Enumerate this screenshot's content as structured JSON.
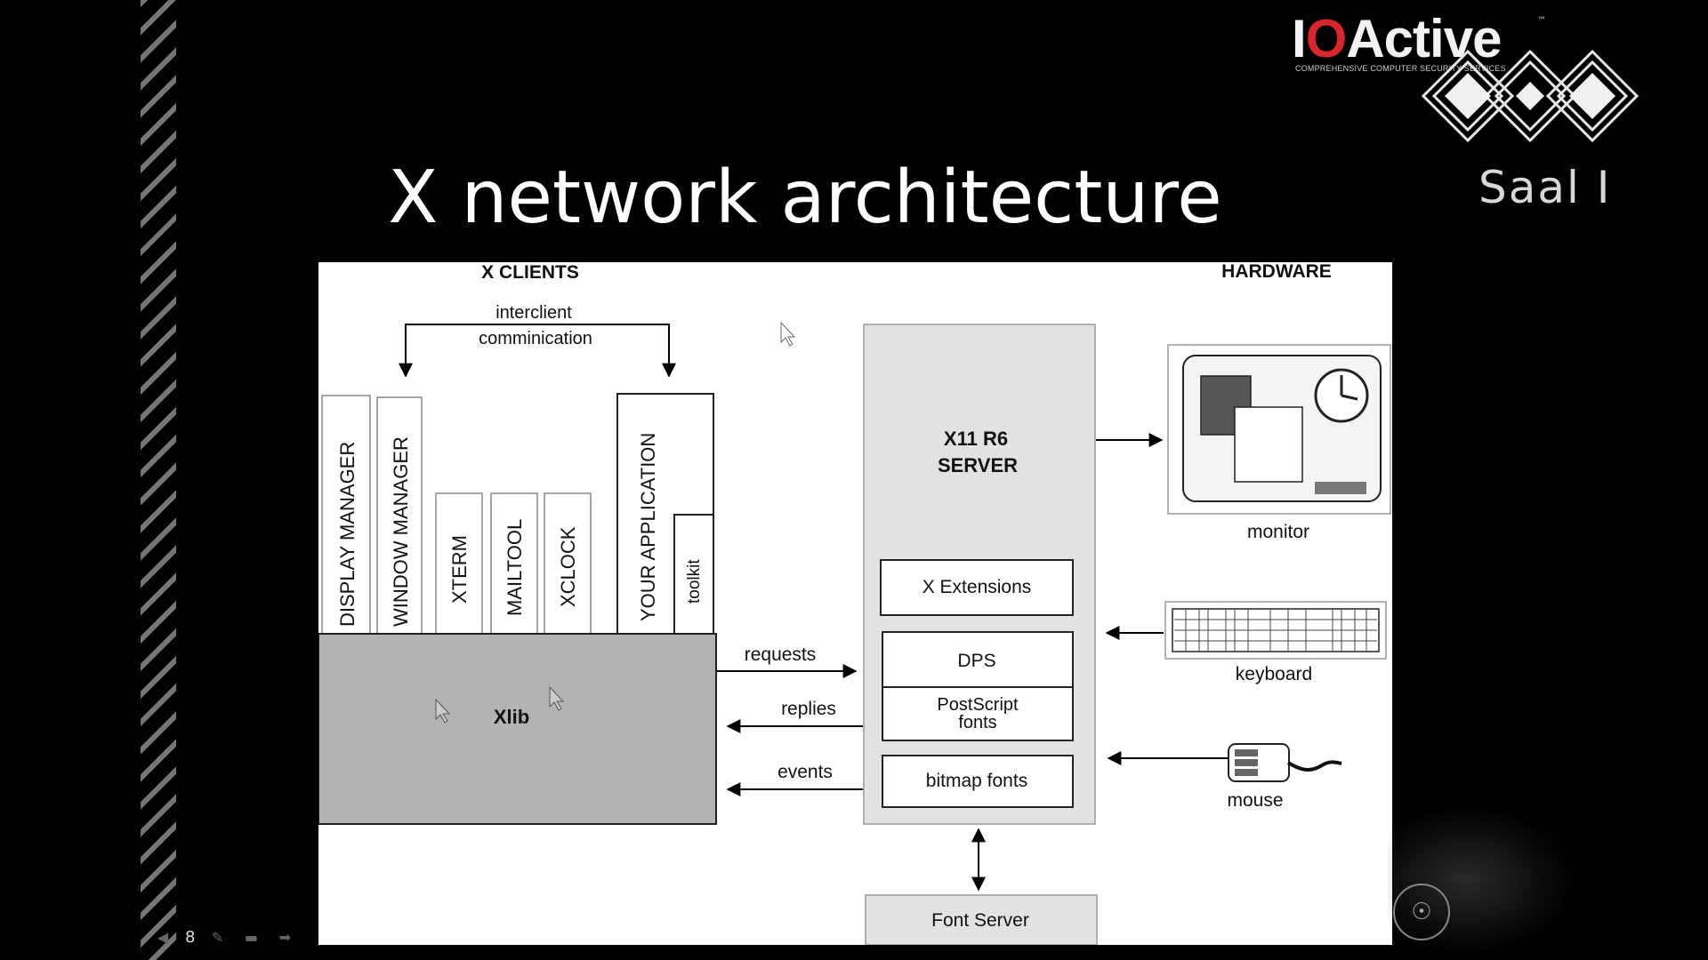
{
  "slide": {
    "title": "X network architecture",
    "page_number": "8",
    "room": "Saal I"
  },
  "logo": {
    "brand_prefix": "I",
    "brand_o": "O",
    "brand_rest": "Active",
    "trademark": "™",
    "tagline": "COMPREHENSIVE COMPUTER SECURITY SERVICES",
    "brand_color": "#d9262c"
  },
  "diagram": {
    "clients_heading": "X CLIENTS",
    "hardware_heading": "HARDWARE",
    "interclient_line1": "interclient",
    "interclient_line2": "comminication",
    "clients": [
      "DISPLAY MANAGER",
      "WINDOW MANAGER",
      "XTERM",
      "MAILTOOL",
      "XCLOCK",
      "YOUR APPLICATION"
    ],
    "toolkit": "toolkit",
    "xlib": "Xlib",
    "server_line1": "X11 R6",
    "server_line2": "SERVER",
    "server_modules": {
      "extensions": "X Extensions",
      "dps": "DPS",
      "postscript_line1": "PostScript",
      "postscript_line2": "fonts",
      "bitmap": "bitmap fonts"
    },
    "messages": {
      "requests": "requests",
      "replies": "replies",
      "events": "events"
    },
    "font_server": "Font Server",
    "hardware": {
      "monitor": "monitor",
      "keyboard": "keyboard",
      "mouse": "mouse"
    }
  },
  "icons": [
    "prev-arrow-icon",
    "pen-icon",
    "slides-menu-icon",
    "next-arrow-icon",
    "mouse-cursor-icon"
  ]
}
